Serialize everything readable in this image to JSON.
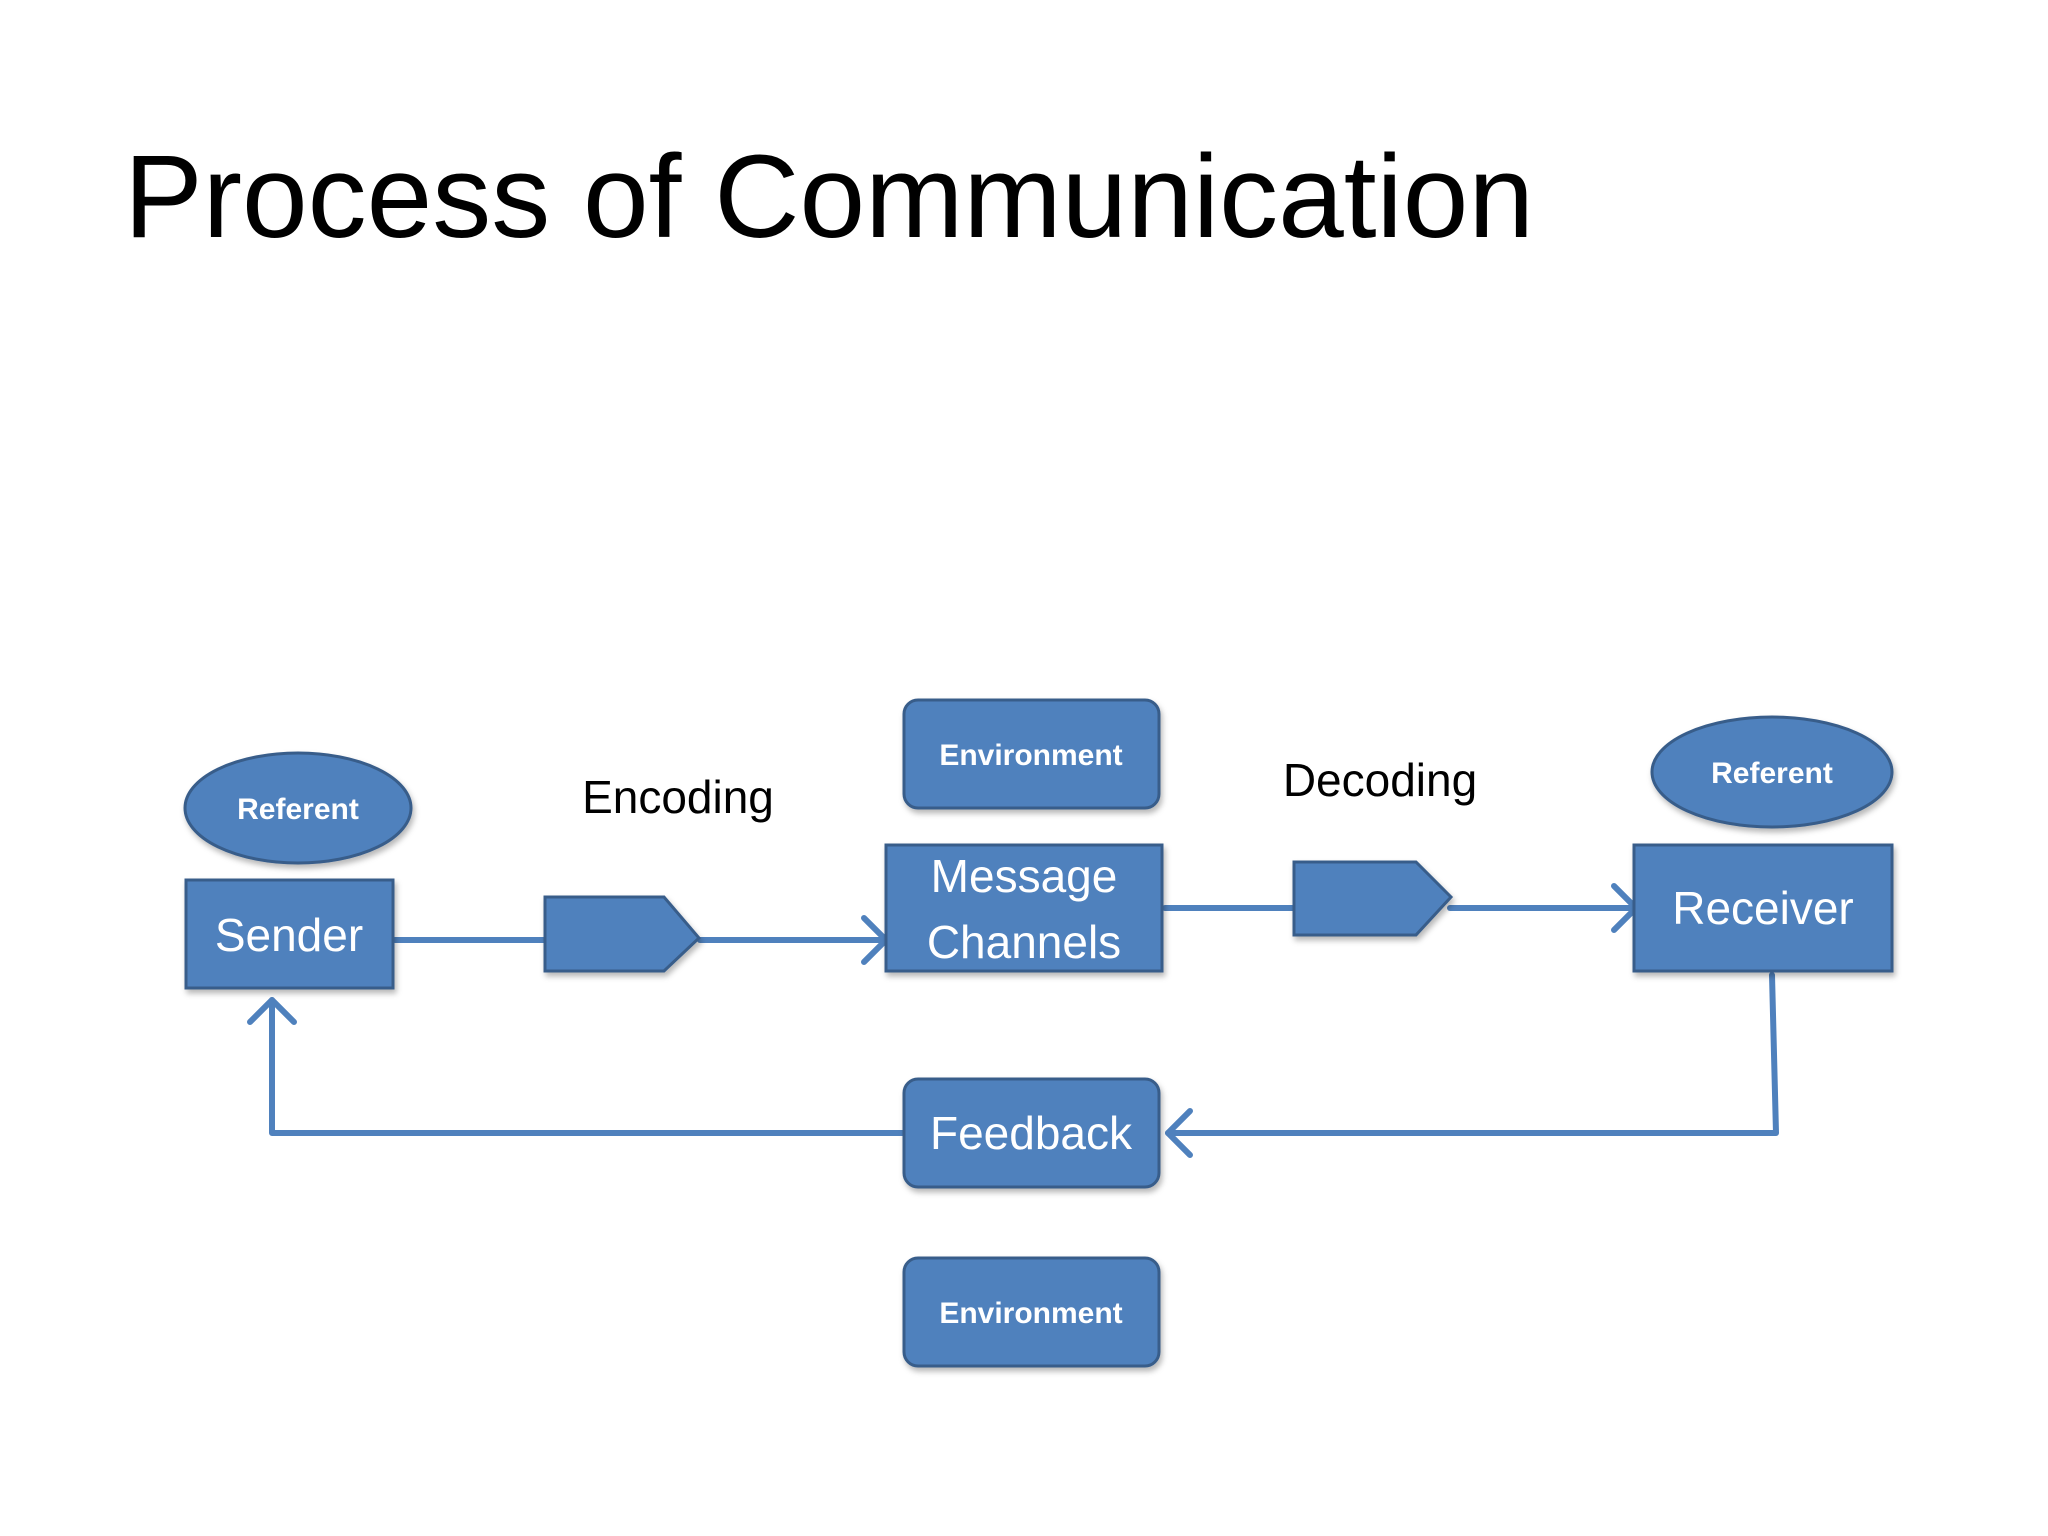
{
  "slide": {
    "title": "Process of Communication"
  },
  "diagram": {
    "sender": "Sender",
    "sender_referent": "Referent",
    "encoding": "Encoding",
    "environment_top": "Environment",
    "message_channels_line1": "Message",
    "message_channels_line2": "Channels",
    "decoding": "Decoding",
    "receiver_referent": "Referent",
    "receiver": "Receiver",
    "feedback": "Feedback",
    "environment_bottom": "Environment"
  },
  "colors": {
    "shape_fill": "#4f81bd",
    "shape_stroke": "#385d8a",
    "arrow": "#4f81bd"
  }
}
